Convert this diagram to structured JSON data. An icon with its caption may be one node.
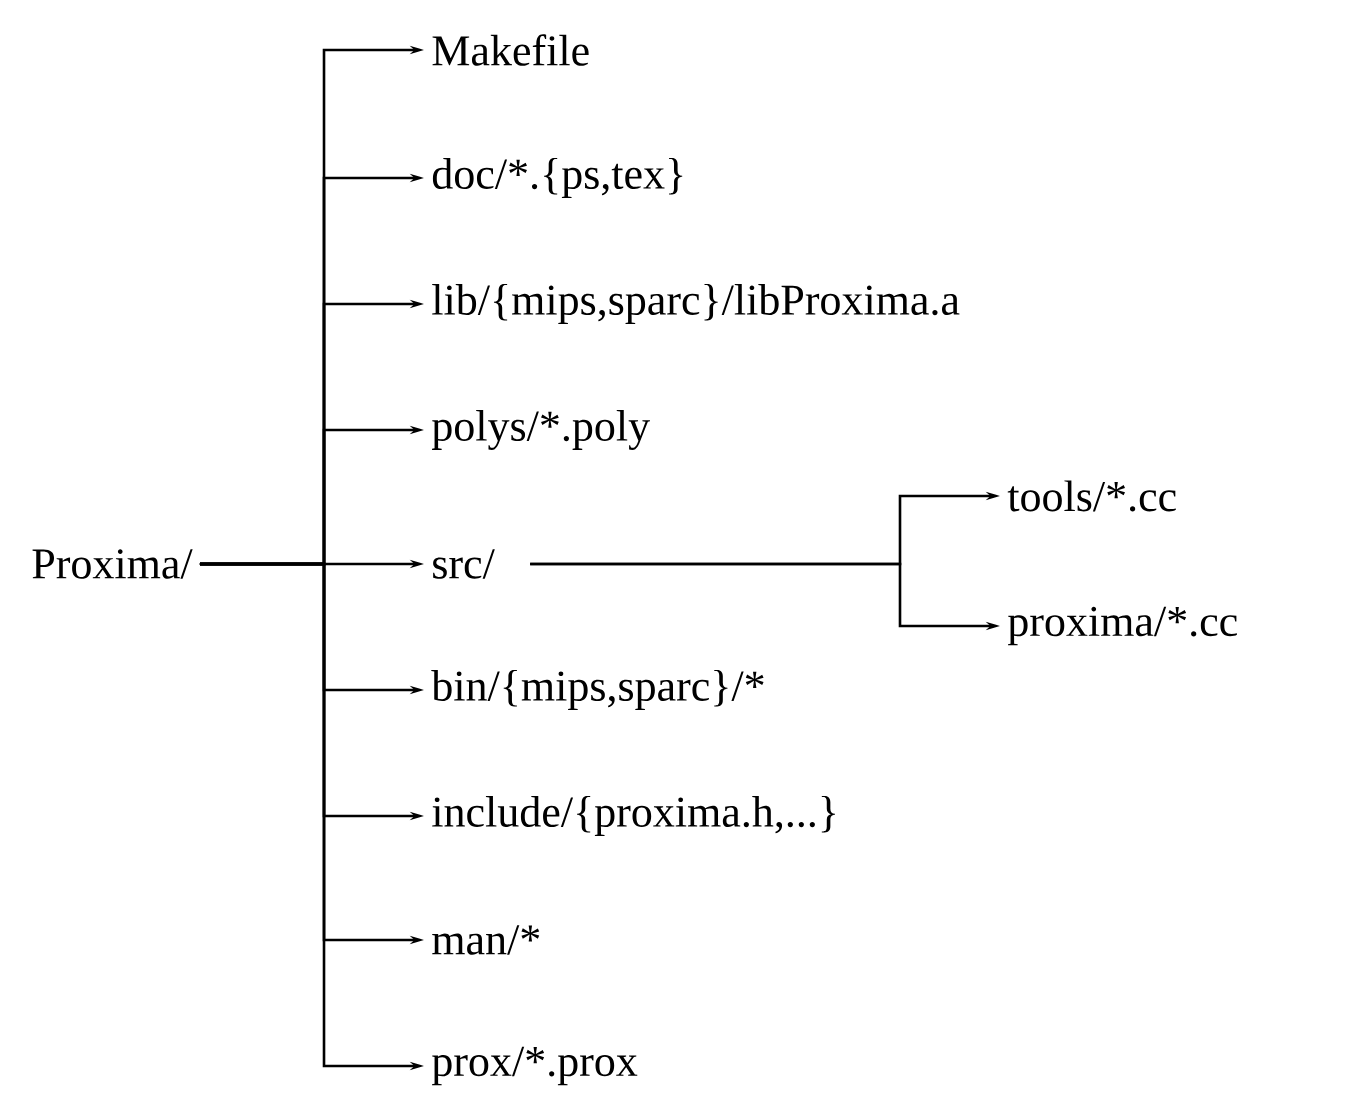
{
  "diagram": {
    "nodes": [
      {
        "text": [
          "Proxima/"
        ]
      },
      {
        "text": [
          "Makefile"
        ]
      },
      {
        "text": [
          "doc/*.{ps,tex}"
        ]
      },
      {
        "text": [
          "lib/{mips,sparc}/libProxima.a"
        ]
      },
      {
        "text": [
          "polys/*.poly"
        ]
      },
      {
        "text": [
          "src/"
        ]
      },
      {
        "text": [
          "bin/{mips,sparc}/*"
        ]
      },
      {
        "text": [
          "include/{proxima.h,...}"
        ]
      },
      {
        "text": [
          "man/*"
        ]
      },
      {
        "text": [
          "prox/*.prox"
        ]
      },
      {
        "text": [
          "tools/*.cc"
        ]
      },
      {
        "text": [
          "proxima/*.cc"
        ]
      }
    ],
    "edges": [
      {
        "from": 0,
        "to": 1,
        "arrow": "to"
      },
      {
        "from": 0,
        "to": 2,
        "arrow": "to"
      },
      {
        "from": 0,
        "to": 3,
        "arrow": "to"
      },
      {
        "from": 0,
        "to": 4,
        "arrow": "to"
      },
      {
        "from": 0,
        "to": 5,
        "arrow": "to"
      },
      {
        "from": 0,
        "to": 6,
        "arrow": "to"
      },
      {
        "from": 0,
        "to": 7,
        "arrow": "to"
      },
      {
        "from": 0,
        "to": 8,
        "arrow": "to"
      },
      {
        "from": 0,
        "to": 9,
        "arrow": "to"
      },
      {
        "from": 5,
        "to": 10,
        "arrow": "to"
      },
      {
        "from": 5,
        "to": 11,
        "arrow": "to"
      }
    ]
  }
}
